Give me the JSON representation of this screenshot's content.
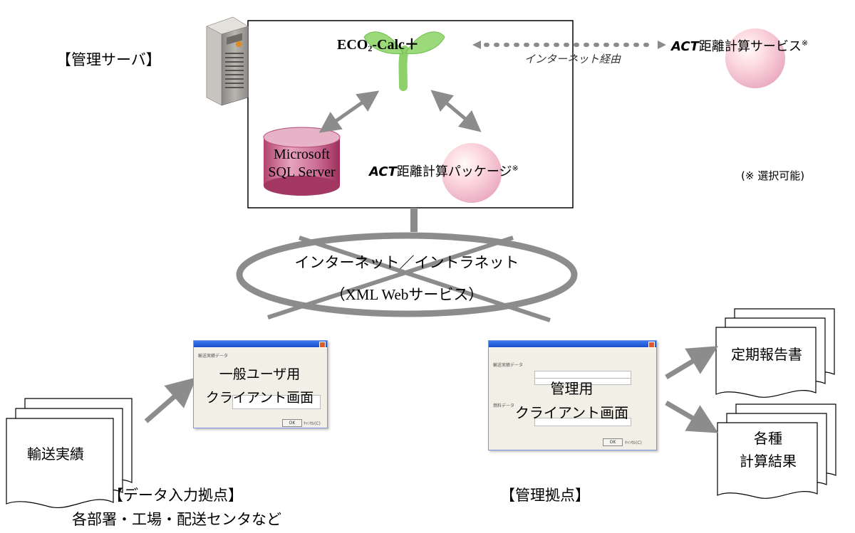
{
  "server": {
    "label": "【管理サーバ】",
    "app_name": "ECO",
    "app_sub": "2",
    "app_rest": "-Calc＋",
    "db_line1": "Microsoft",
    "db_line2": "SQL Server",
    "pkg_italic": "ACT",
    "pkg_rest": "距離計算パッケージ",
    "pkg_mark": "※"
  },
  "external": {
    "svc_italic": "ACT",
    "svc_rest": "距離計算サービス",
    "svc_mark": "※",
    "via": "インターネット経由",
    "optional": "(※ 選択可能)"
  },
  "network": {
    "line1": "インターネット／イントラネット",
    "line2_open": "（",
    "line2_xml": "XML Web",
    "line2_rest": "サービス）"
  },
  "data_site": {
    "doc": "輸送実績",
    "client_line1": "一般ユーザ用",
    "client_line2": "クライアント画面",
    "win_field": "輸送実績データ",
    "win_ok": "OK",
    "win_cancel": "ｷｬﾝｾﾙ(C)",
    "label": "【データ入力拠点】",
    "sub": "各部署・工場・配送センタなど"
  },
  "admin_site": {
    "client_line1": "管理用",
    "client_line2": "クライアント画面",
    "win_field1": "輸送実績データ",
    "win_field2": "燃料データ",
    "win_ok": "OK",
    "win_cancel": "ｷｬﾝｾﾙ(C)",
    "label": "【管理拠点】",
    "report1": "定期報告書",
    "report2_line1": "各種",
    "report2_line2": "計算結果"
  }
}
